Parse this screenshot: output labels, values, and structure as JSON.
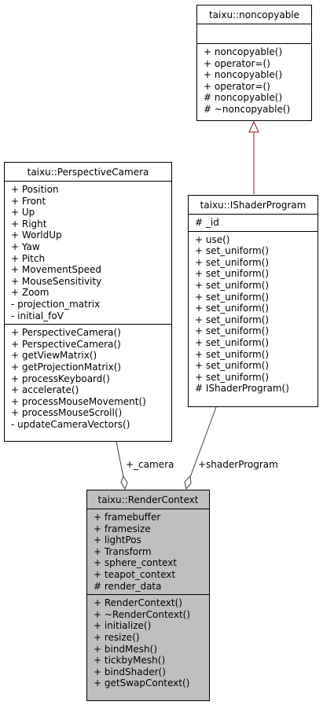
{
  "classes": {
    "noncopyable": {
      "name": "taixu::noncopyable",
      "attributes": [],
      "methods": [
        "+ noncopyable()",
        "+ operator=()",
        "+ noncopyable()",
        "+ operator=()",
        "# noncopyable()",
        "# ~noncopyable()"
      ]
    },
    "camera": {
      "name": "taixu::PerspectiveCamera",
      "attributes": [
        "+ Position",
        "+ Front",
        "+ Up",
        "+ Right",
        "+ WorldUp",
        "+ Yaw",
        "+ Pitch",
        "+ MovementSpeed",
        "+ MouseSensitivity",
        "+ Zoom",
        "- projection_matrix",
        "- initial_foV"
      ],
      "methods": [
        "+ PerspectiveCamera()",
        "+ PerspectiveCamera()",
        "+ getViewMatrix()",
        "+ getProjectionMatrix()",
        "+ processKeyboard()",
        "+ accelerate()",
        "+ processMouseMovement()",
        "+ processMouseScroll()",
        "- updateCameraVectors()"
      ]
    },
    "shader": {
      "name": "taixu::IShaderProgram",
      "attributes": [
        "# _id"
      ],
      "methods": [
        "+ use()",
        "+ set_uniform()",
        "+ set_uniform()",
        "+ set_uniform()",
        "+ set_uniform()",
        "+ set_uniform()",
        "+ set_uniform()",
        "+ set_uniform()",
        "+ set_uniform()",
        "+ set_uniform()",
        "+ set_uniform()",
        "+ set_uniform()",
        "+ set_uniform()",
        "# IShaderProgram()"
      ]
    },
    "render": {
      "name": "taixu::RenderContext",
      "attributes": [
        "+ framebuffer",
        "+ framesize",
        "+ lightPos",
        "+ Transform",
        "+ sphere_context",
        "+ teapot_context",
        "# render_data"
      ],
      "methods": [
        "+ RenderContext()",
        "+ ~RenderContext()",
        "+ initialize()",
        "+ resize()",
        "+ bindMesh()",
        "+ tickbyMesh()",
        "+ bindShader()",
        "+ getSwapContext()"
      ]
    }
  },
  "relations": {
    "camera_label": "+_camera",
    "shader_label": "+shaderProgram"
  },
  "colors": {
    "inheritance": "#8b1a1a",
    "association": "#404040",
    "highlight": "#bfbfbf"
  }
}
